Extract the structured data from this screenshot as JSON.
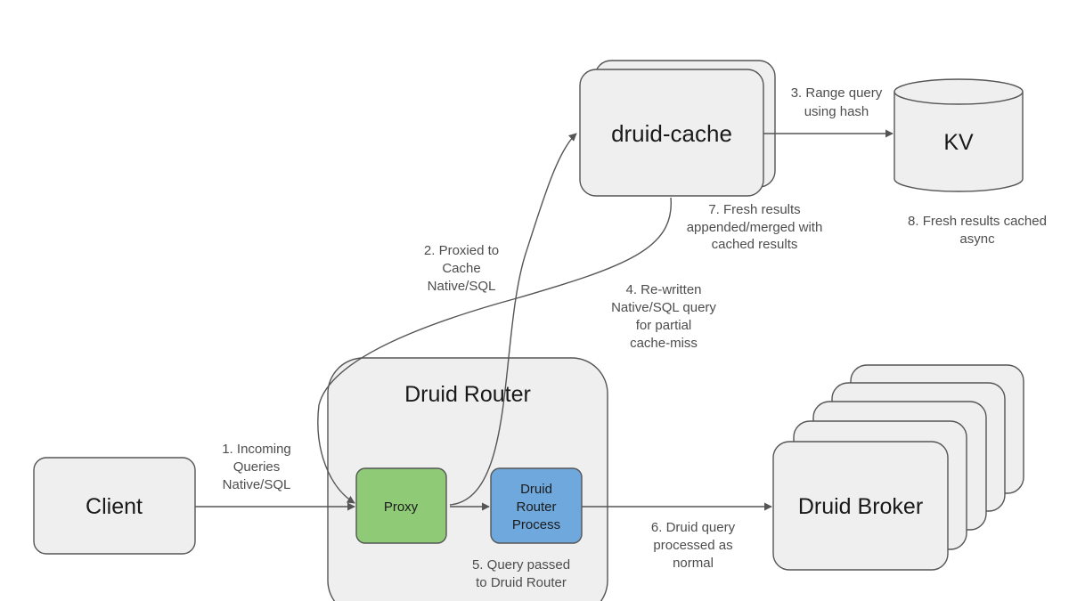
{
  "nodes": {
    "client": "Client",
    "druid_cache": "druid-cache",
    "kv": "KV",
    "druid_router": "Druid Router",
    "proxy": "Proxy",
    "router_process": [
      "Druid",
      "Router",
      "Process"
    ],
    "druid_broker": "Druid Broker"
  },
  "colors": {
    "proxy": "#8fca77",
    "router_process": "#6fa8dc",
    "box": "#efefef"
  },
  "steps": {
    "s1": [
      "1. Incoming",
      "Queries",
      "Native/SQL"
    ],
    "s2": [
      "2. Proxied to",
      "Cache",
      "Native/SQL"
    ],
    "s3": [
      "3. Range query",
      "using hash"
    ],
    "s4": [
      "4. Re-written",
      "Native/SQL query",
      "for partial",
      "cache-miss"
    ],
    "s5": [
      "5. Query passed",
      "to Druid Router"
    ],
    "s6": [
      "6. Druid query",
      "processed as",
      "normal"
    ],
    "s7": [
      "7. Fresh results",
      "appended/merged with",
      "cached results"
    ],
    "s8": [
      "8. Fresh results cached",
      "async"
    ]
  }
}
